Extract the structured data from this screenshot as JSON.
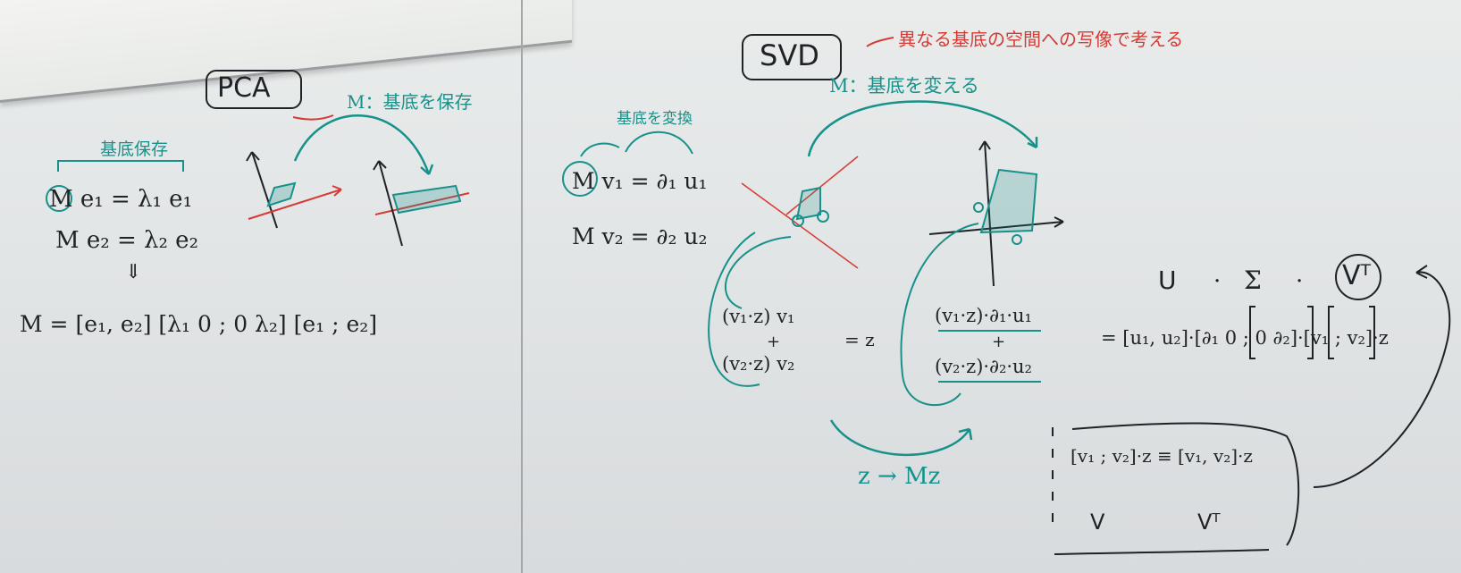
{
  "pca": {
    "title": "PCA",
    "basis_label": "基底保存",
    "m_label": "M：基底を保存",
    "eq1": "M e₁ = λ₁ e₁",
    "eq2": "M e₂ = λ₂ e₂",
    "arrow": "⇓",
    "decomp": "M = [e₁, e₂] [λ₁ 0 ; 0 λ₂] [e₁ ; e₂]"
  },
  "svd": {
    "title": "SVD",
    "note": "異なる基底の空間への写像で考える",
    "m_label": "M：基底を変える",
    "basis_change": "基底を変換",
    "eq1": "M v₁ = ∂₁ u₁",
    "eq2": "M v₂ = ∂₂ u₂",
    "sum_top": "(v₁·z) v₁",
    "sum_bottom": "(v₂·z) v₂",
    "equals_z": "= z",
    "image_top": "(v₁·z)·∂₁·u₁",
    "image_bottom": "(v₂·z)·∂₂·u₂",
    "product": "= [u₁, u₂]·[∂₁ 0 ; 0 ∂₂]·[v₁ ; v₂]·z",
    "u": "U",
    "sigma": "Σ",
    "vt": "Vᵀ",
    "dot": "·",
    "map": "z → Mz",
    "box_line": "[v₁ ; v₂]·z ≡ [v₁, v₂]·z",
    "box_v": "V",
    "box_vt": "Vᵀ"
  },
  "colors": {
    "ink": "#1f2226",
    "teal": "#17918a",
    "red": "#d63a34",
    "board": "#e5e8e8"
  }
}
